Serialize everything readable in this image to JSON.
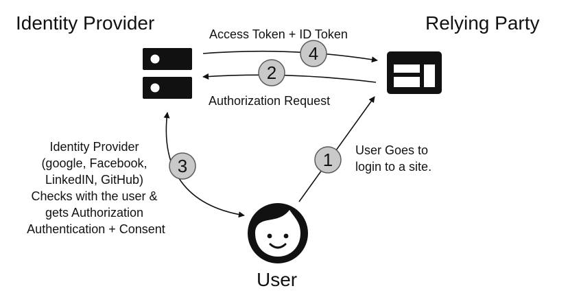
{
  "nodes": {
    "identity_provider": {
      "title": "Identity Provider"
    },
    "relying_party": {
      "title": "Relying Party"
    },
    "user": {
      "title": "User"
    }
  },
  "edges": {
    "tokens": {
      "step": "4",
      "label": "Access Token + ID Token"
    },
    "auth_request": {
      "step": "2",
      "label": "Authorization Request"
    },
    "user_login": {
      "step": "1",
      "label_lines": [
        "User Goes to",
        "login to a site."
      ]
    },
    "idp_checks": {
      "step": "3",
      "label_lines": [
        "Identity Provider",
        "(google, Facebook,",
        "LinkedIN, GitHub)",
        "Checks with the user &",
        "gets Authorization",
        "Authentication + Consent"
      ]
    }
  },
  "colors": {
    "ink": "#111111",
    "badge_fill": "#c9c9c9",
    "badge_stroke": "#5a5a5a"
  }
}
